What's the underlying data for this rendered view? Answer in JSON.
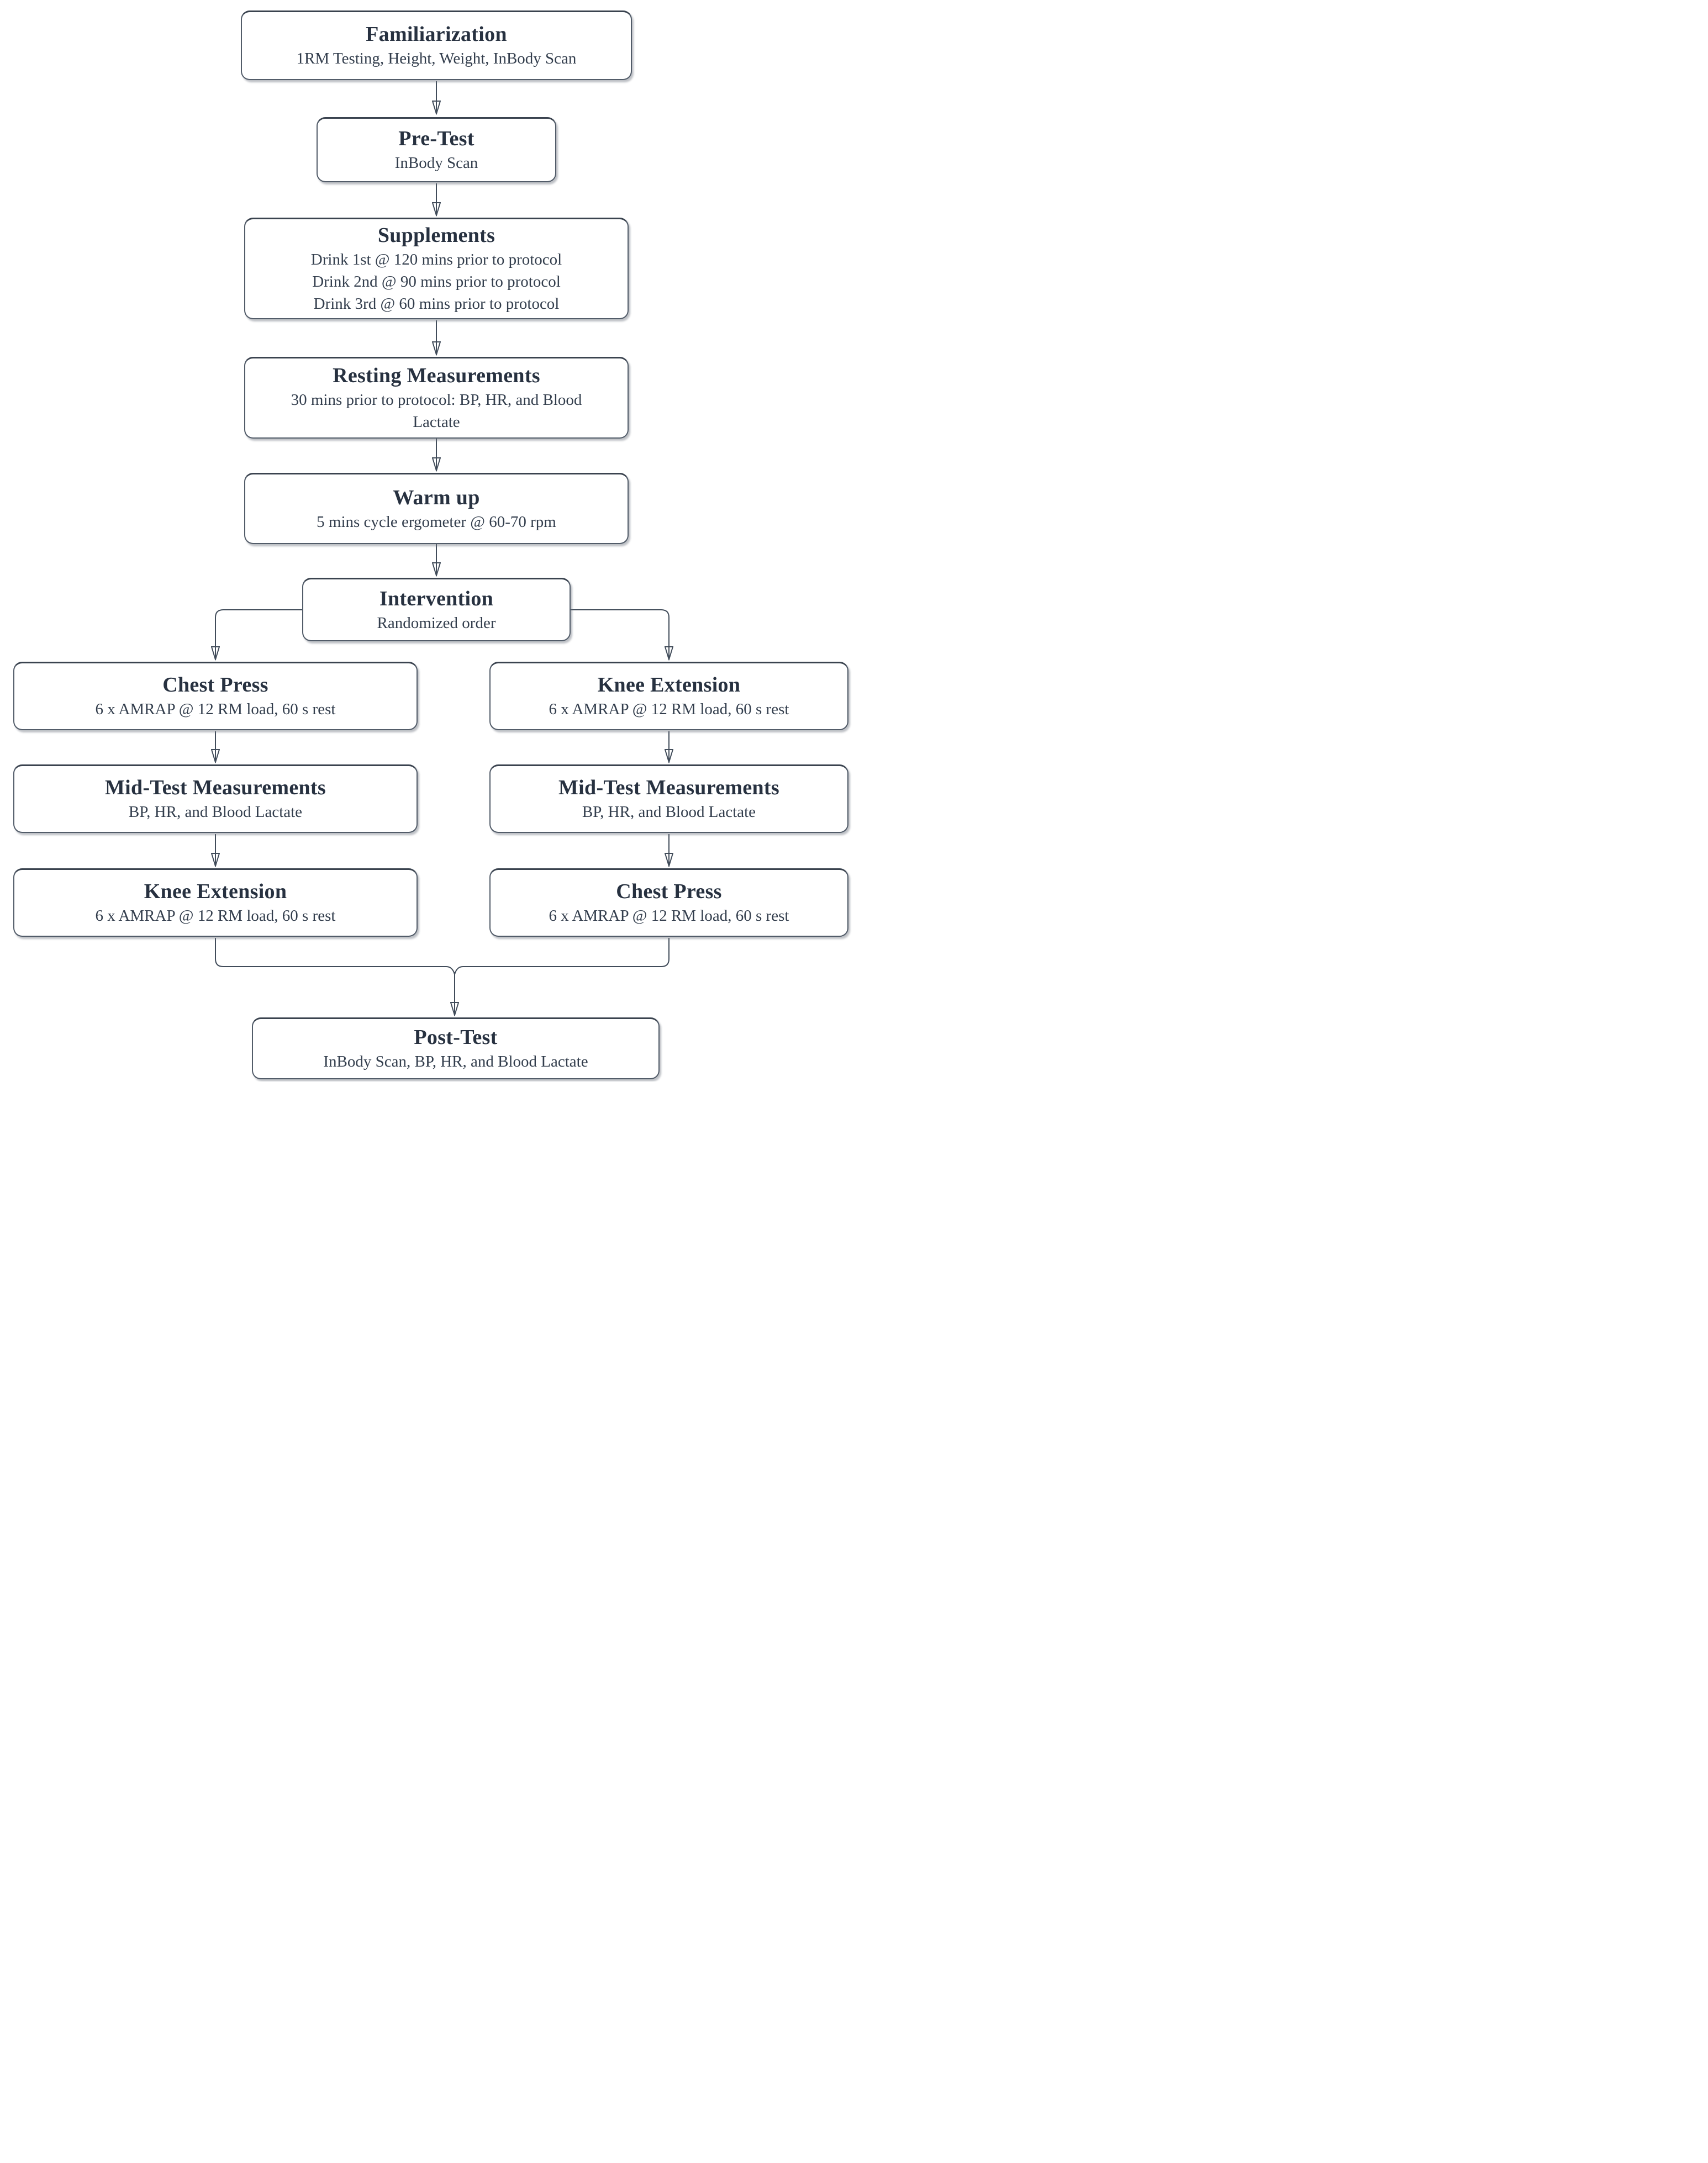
{
  "colors": {
    "background": "#ffffff",
    "box_fill": "#ffffff",
    "box_border": "#525c69",
    "title_text": "#273140",
    "body_text": "#333e4d",
    "connector": "#414c5a",
    "arrowhead": "#2e3947"
  },
  "nodes": {
    "familiarization": {
      "title": "Familiarization",
      "lines": [
        "1RM Testing, Height, Weight, InBody Scan"
      ]
    },
    "pre_test": {
      "title": "Pre-Test",
      "lines": [
        "InBody Scan"
      ]
    },
    "supplements": {
      "title": "Supplements",
      "lines": [
        "Drink 1st @ 120 mins prior to protocol",
        "Drink 2nd @ 90 mins prior to protocol",
        "Drink 3rd @ 60 mins prior to protocol"
      ]
    },
    "resting_measurements": {
      "title": "Resting Measurements",
      "lines": [
        "30 mins prior to protocol: BP, HR, and Blood",
        "Lactate"
      ]
    },
    "warm_up": {
      "title": "Warm up",
      "lines": [
        "5 mins cycle ergometer @ 60-70 rpm"
      ]
    },
    "intervention": {
      "title": "Intervention",
      "lines": [
        "Randomized order"
      ]
    },
    "left_step_1": {
      "title": "Chest Press",
      "lines": [
        "6 x AMRAP @ 12 RM load, 60 s rest"
      ]
    },
    "left_step_2": {
      "title": "Mid-Test Measurements",
      "lines": [
        "BP, HR, and Blood Lactate"
      ]
    },
    "left_step_3": {
      "title": "Knee Extension",
      "lines": [
        "6 x AMRAP @ 12 RM load, 60 s rest"
      ]
    },
    "right_step_1": {
      "title": "Knee Extension",
      "lines": [
        "6 x AMRAP @ 12 RM load, 60 s rest"
      ]
    },
    "right_step_2": {
      "title": "Mid-Test Measurements",
      "lines": [
        "BP, HR, and Blood Lactate"
      ]
    },
    "right_step_3": {
      "title": "Chest Press",
      "lines": [
        "6 x AMRAP @ 12 RM load, 60 s rest"
      ]
    },
    "post_test": {
      "title": "Post-Test",
      "lines": [
        "InBody Scan, BP, HR, and Blood Lactate"
      ]
    }
  }
}
